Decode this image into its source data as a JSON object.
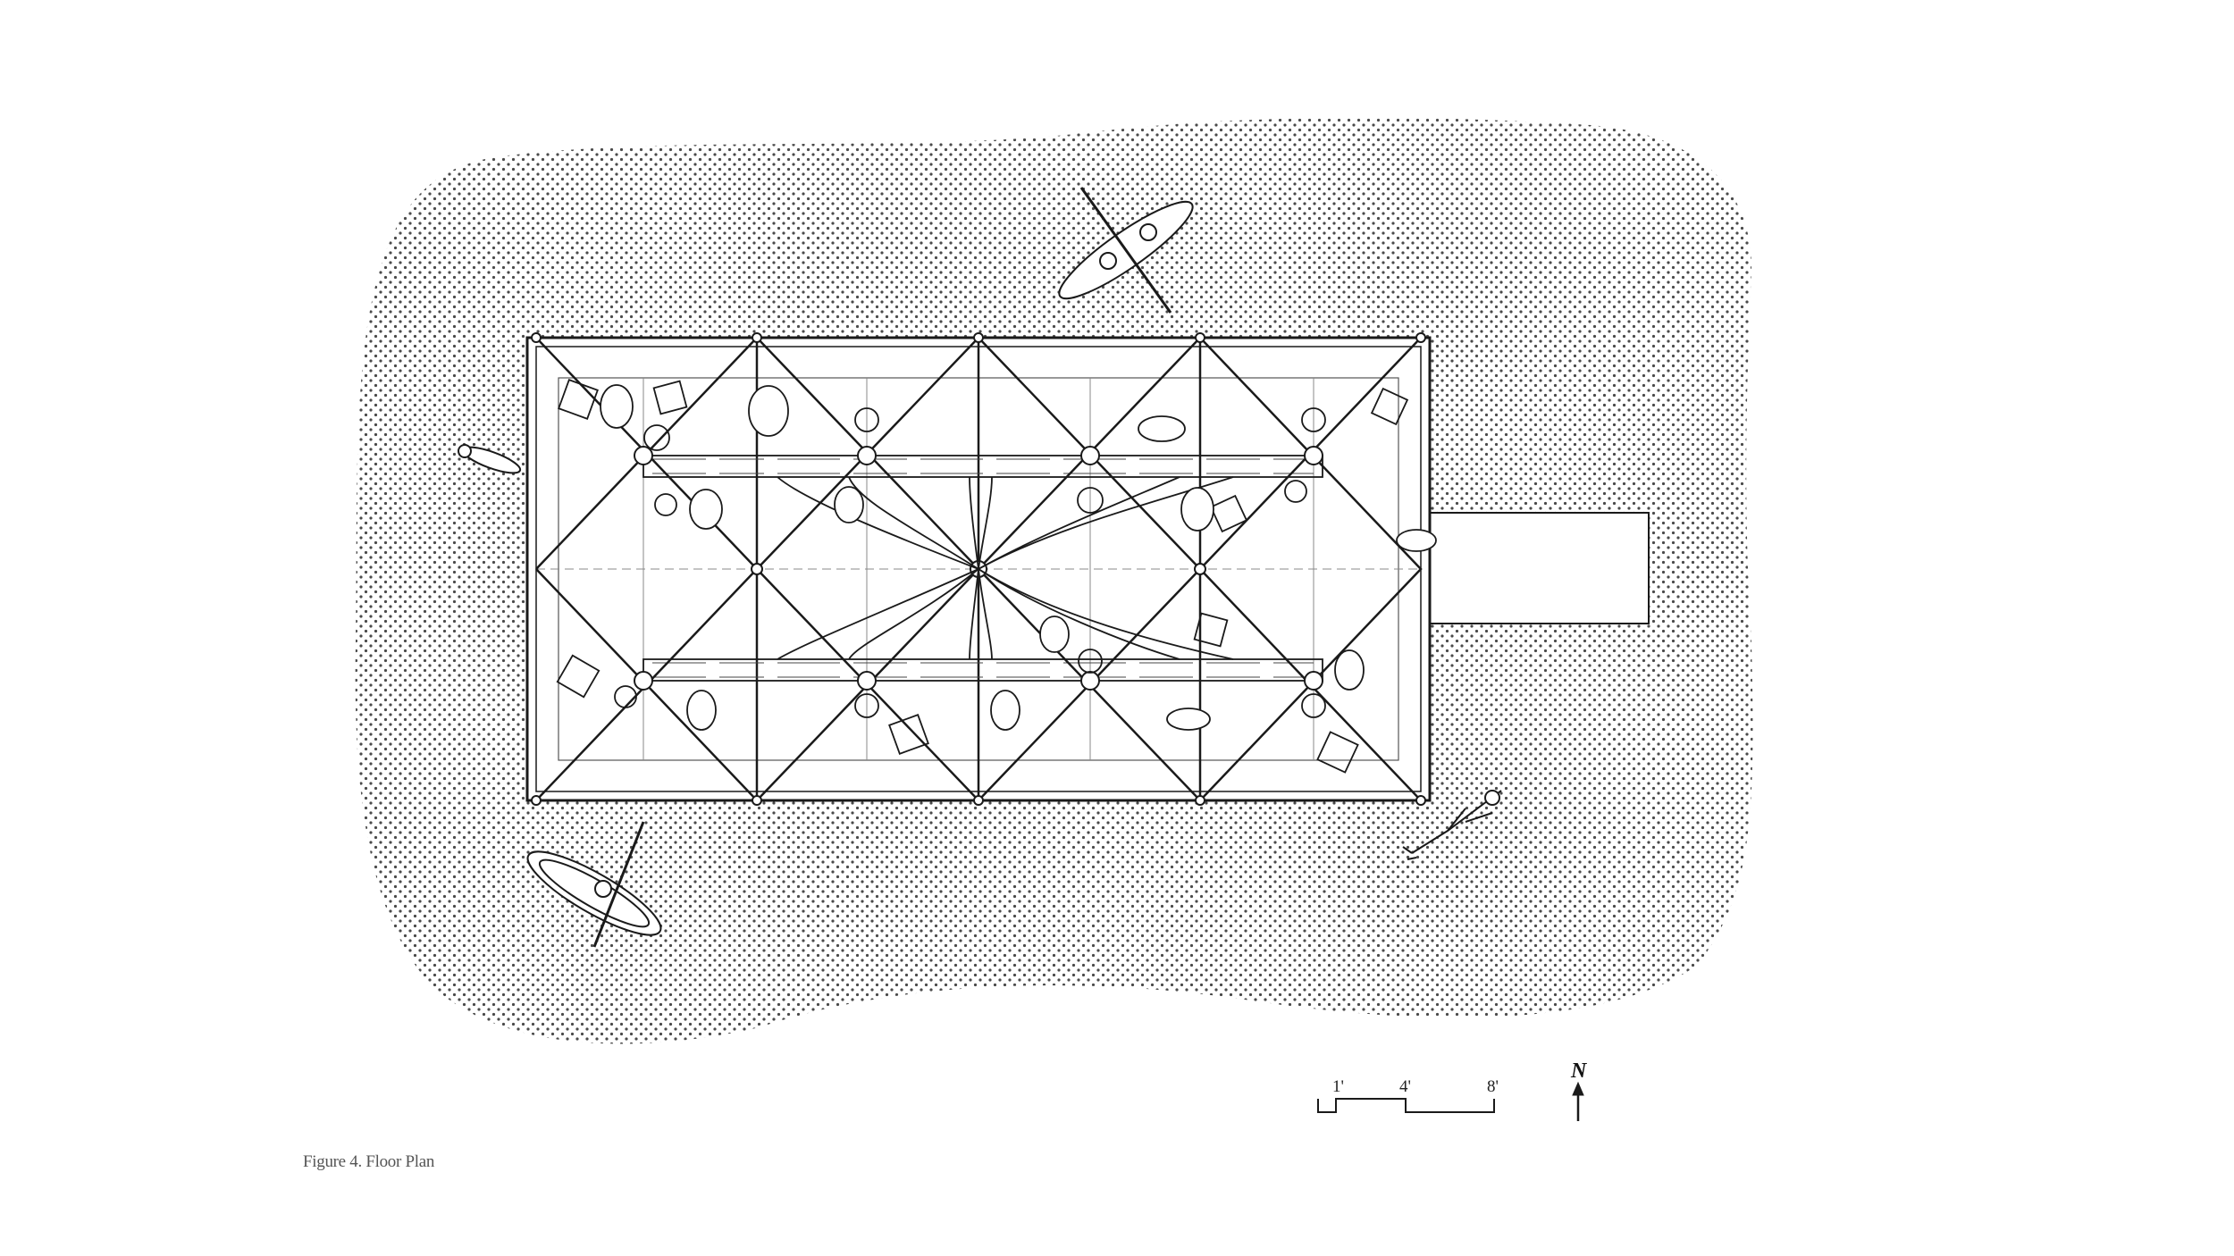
{
  "figure": {
    "caption": "Figure 4. Floor Plan"
  },
  "scale_bar": {
    "labels": [
      "1'",
      "4'",
      "8'"
    ]
  },
  "north_arrow": {
    "label": "N"
  },
  "colors": {
    "ink": "#1a1a1a",
    "water_dots": "#4a4a4a",
    "light_line": "#9a9a9a",
    "background": "#ffffff"
  },
  "elements": {
    "water_hatch": "stipple dots",
    "platform": "rectangular floating pavilion, 4 bays x 2 rows",
    "dock": "rectangular pier on east side",
    "people_icons": [
      "kayak-north",
      "kayak-southwest",
      "swimmer-west",
      "swimmer-southeast",
      "swimmer-east-dock"
    ]
  }
}
